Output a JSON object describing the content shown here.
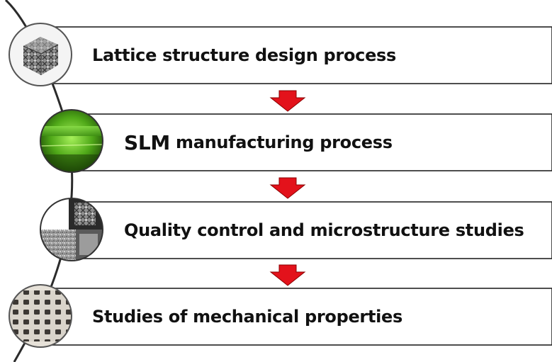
{
  "steps": [
    {
      "label": "Lattice structure design process",
      "lead": "",
      "image": "lattice-cube-image"
    },
    {
      "label": "manufacturing process",
      "lead": "SLM",
      "image": "green-laser-plate-image"
    },
    {
      "label": "Quality control and microstructure studies",
      "lead": "",
      "image": "microstructure-collage-image"
    },
    {
      "label": "Studies of mechanical properties",
      "lead": "",
      "image": "lattice-sample-image"
    }
  ],
  "arrows": [
    "down-arrow-icon",
    "down-arrow-icon",
    "down-arrow-icon"
  ],
  "colors": {
    "arrow": "#e3121b",
    "arrow_stroke": "#8a0000",
    "box_border": "#222222",
    "text": "#111111",
    "laser_green": "#5fc01a"
  }
}
